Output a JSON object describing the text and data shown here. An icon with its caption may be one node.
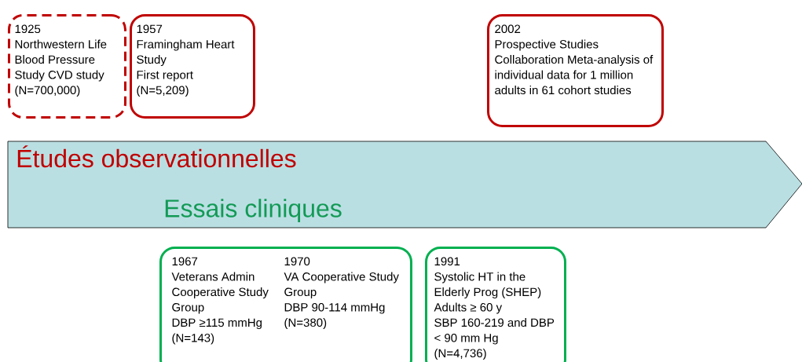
{
  "diagram": {
    "nodes": [
      {
        "text": [
          "1925",
          "Northwestern Life Blood Pressure Study CVD study",
          "(N=700,000)"
        ]
      },
      {
        "text": [
          "1957",
          "Framingham Heart Study",
          "First report",
          "(N=5,209)"
        ]
      },
      {
        "text": [
          "2002",
          "Prospective Studies Collaboration Meta-analysis of individual data for 1 million adults in 61 cohort studies"
        ]
      },
      {
        "text": [
          "Études observationnelles",
          "Essais cliniques"
        ]
      },
      {
        "text": [
          "1967",
          "Veterans Admin Cooperative Study Group",
          "DBP ≥115 mmHg",
          "(N=143)",
          "1970",
          "VA Cooperative Study Group",
          "DBP 90-114 mmHg",
          "(N=380)"
        ]
      },
      {
        "text": [
          "1991",
          "Systolic HT in the Elderly Prog (SHEP)",
          "Adults ≥ 60 y",
          "SBP 160-219 and DBP < 90 mm Hg",
          "(N=4,736)"
        ]
      }
    ],
    "edges": []
  }
}
